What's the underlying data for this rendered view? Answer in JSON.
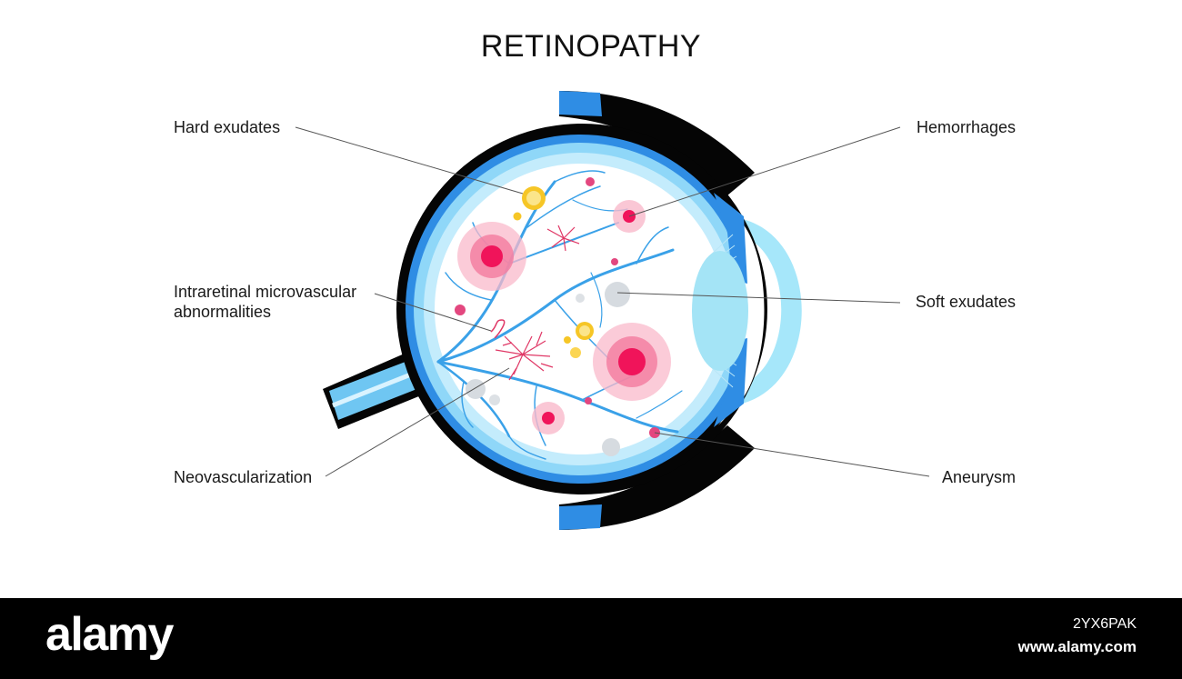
{
  "diagram": {
    "title": "RETINOPATHY",
    "labels": {
      "hard_exudates": "Hard exudates",
      "intraretinal_line1": "Intraretinal microvascular",
      "intraretinal_line2": "abnormalities",
      "neovascularization": "Neovascularization",
      "hemorrhages": "Hemorrhages",
      "soft_exudates": "Soft exudates",
      "aneurysm": "Aneurysm"
    },
    "colors": {
      "sclera": "#050505",
      "choroid": "#2f8de4",
      "retina": "#a7e3fb",
      "vessels": "#3aa1e8",
      "lens": "#a4e4f6",
      "cornea": "#a6e7fa",
      "hemorrhage": "#f0145a",
      "hemorrhage_halo": "#f9b9cb",
      "hard_exudate": "#f6c626",
      "soft_exudate": "#d6dbe0",
      "aneurysm": "#e3477f",
      "neovascular": "#e03866"
    }
  },
  "footer": {
    "brand": "alamy",
    "image_id": "2YX6PAK",
    "site": "www.alamy.com"
  }
}
